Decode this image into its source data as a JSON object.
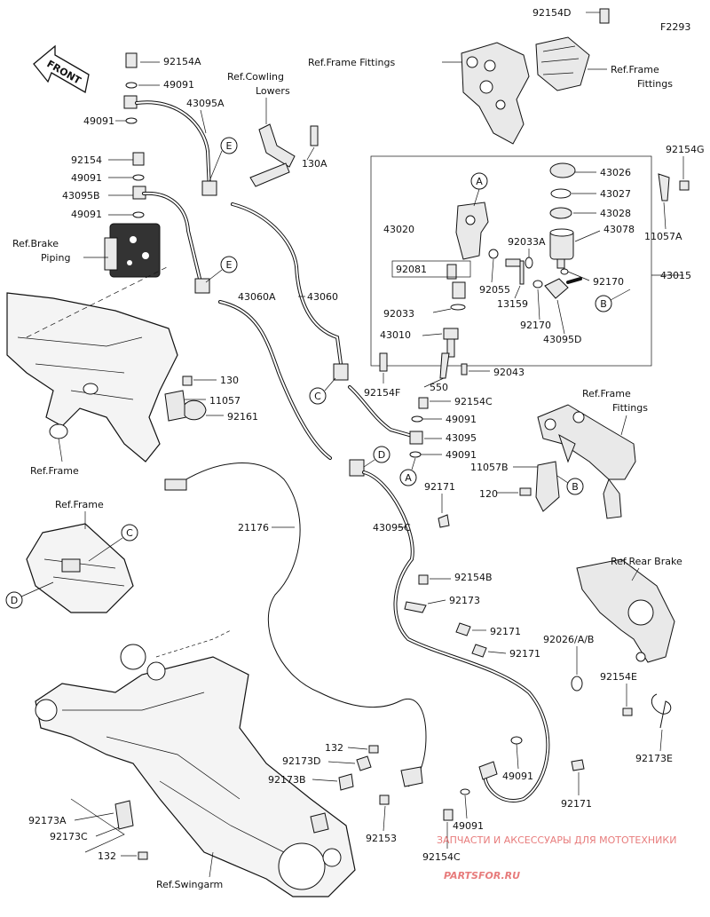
{
  "diagram_code": "F2293",
  "front_label": "FRONT",
  "labels": {
    "p92154D": "92154D",
    "ref_frame_fittings_top_left": "Ref.Frame Fittings",
    "ref_frame_fittings_top_right": "Ref.Frame",
    "ref_frame_fittings_top_right2": "Fittings",
    "p92154A": "92154A",
    "p49091_a": "49091",
    "ref_cowling_lowers": "Ref.Cowling",
    "ref_cowling_lowers2": "Lowers",
    "p43095A": "43095A",
    "p49091_b": "49091",
    "p92154": "92154",
    "p130A": "130A",
    "p49091_c": "49091",
    "p43095B": "43095B",
    "p49091_d": "49091",
    "ref_brake_piping": "Ref.Brake",
    "ref_brake_piping2": "Piping",
    "p92154G": "92154G",
    "p43026": "43026",
    "p43027": "43027",
    "p43028": "43028",
    "p43078": "43078",
    "p11057A": "11057A",
    "p43020": "43020",
    "p92081": "92081",
    "p92033A": "92033A",
    "p92055": "92055",
    "p13159": "13159",
    "p92170_a": "92170",
    "p43015": "43015",
    "p43060": "43060",
    "p43060A": "43060A",
    "p92033": "92033",
    "p92170_b": "92170",
    "p43095D": "43095D",
    "p43010": "43010",
    "p92043": "92043",
    "p130": "130",
    "p11057": "11057",
    "p92161": "92161",
    "p92154F": "92154F",
    "p550": "550",
    "p92154C_a": "92154C",
    "p49091_e": "49091",
    "p43095": "43095",
    "p49091_f": "49091",
    "ref_frame_fittings_mid": "Ref.Frame",
    "ref_frame_fittings_mid2": "Fittings",
    "p11057B": "11057B",
    "ref_frame_left": "Ref.Frame",
    "p120": "120",
    "p92171_a": "92171",
    "p21176": "21176",
    "p43095C": "43095C",
    "ref_frame_inset": "Ref.Frame",
    "p92154B": "92154B",
    "p92173": "92173",
    "ref_rear_brake": "Ref.Rear Brake",
    "p92171_b": "92171",
    "p92026": "92026/A/B",
    "p92171_c": "92171",
    "p92154E": "92154E",
    "p132_a": "132",
    "p92173D": "92173D",
    "p92173B": "92173B",
    "p49091_g": "49091",
    "p92171_d": "92171",
    "p92173E": "92173E",
    "p92173A": "92173A",
    "p92173C": "92173C",
    "p92153": "92153",
    "p49091_h": "49091",
    "p132_b": "132",
    "p92154C_b": "92154C",
    "ref_swingarm": "Ref.Swingarm"
  },
  "callouts": {
    "A": "A",
    "B": "B",
    "C": "C",
    "D": "D",
    "E": "E"
  },
  "watermark": {
    "line1": "ЗАПЧАСТИ И АКСЕССУАРЫ ДЛЯ МОТОТЕХНИКИ",
    "brand": "PARTSFOR.RU",
    "color": "#e05050"
  }
}
